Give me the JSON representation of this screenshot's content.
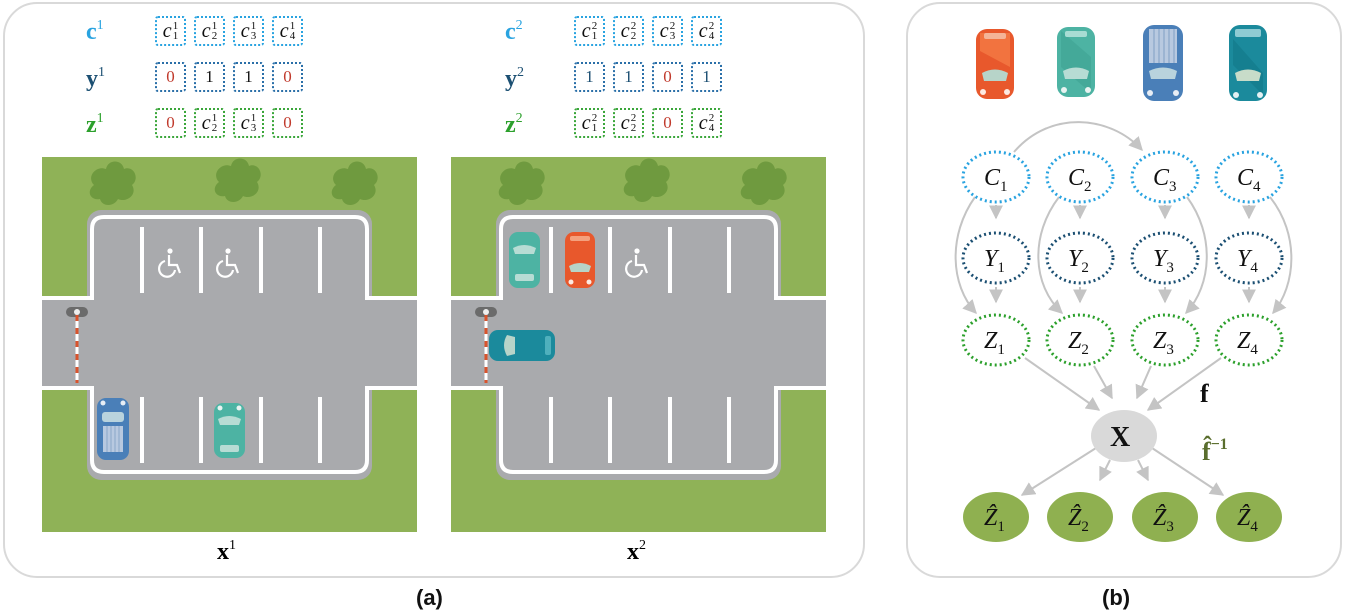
{
  "panels": {
    "a": {
      "caption": "(a)",
      "scenes": [
        {
          "id": 1,
          "rows": [
            {
              "name": "c",
              "sup": "1",
              "color": "#29a3e0",
              "border": "#29a3e0",
              "cells": [
                {
                  "t": "c",
                  "sub": "1",
                  "sup": "1"
                },
                {
                  "t": "c",
                  "sub": "2",
                  "sup": "1"
                },
                {
                  "t": "c",
                  "sub": "3",
                  "sup": "1"
                },
                {
                  "t": "c",
                  "sub": "4",
                  "sup": "1"
                }
              ]
            },
            {
              "name": "y",
              "sup": "1",
              "color": "#1b4f72",
              "border": "#2a6fa8",
              "cells": [
                {
                  "v": "0",
                  "color": "#c0392b"
                },
                {
                  "v": "1",
                  "color": "#111"
                },
                {
                  "v": "1",
                  "color": "#111"
                },
                {
                  "v": "0",
                  "color": "#c0392b"
                }
              ]
            },
            {
              "name": "z",
              "sup": "1",
              "color": "#2ca02c",
              "border": "#3aa63a",
              "cells": [
                {
                  "v": "0",
                  "color": "#c0392b"
                },
                {
                  "t": "c",
                  "sub": "2",
                  "sup": "1"
                },
                {
                  "t": "c",
                  "sub": "3",
                  "sup": "1"
                },
                {
                  "v": "0",
                  "color": "#c0392b"
                }
              ]
            }
          ],
          "image_label": "x",
          "image_label_sup": "1",
          "cars": [
            {
              "color": "#4a7fb8",
              "slot": "bottom-1",
              "type": "van"
            },
            {
              "color": "#4db3a3",
              "slot": "bottom-3",
              "type": "hatch"
            }
          ],
          "accessible_spots": [
            "top-2",
            "top-3"
          ]
        },
        {
          "id": 2,
          "rows": [
            {
              "name": "c",
              "sup": "2",
              "color": "#29a3e0",
              "border": "#29a3e0",
              "cells": [
                {
                  "t": "c",
                  "sub": "1",
                  "sup": "2"
                },
                {
                  "t": "c",
                  "sub": "2",
                  "sup": "2"
                },
                {
                  "t": "c",
                  "sub": "3",
                  "sup": "2"
                },
                {
                  "t": "c",
                  "sub": "4",
                  "sup": "2"
                }
              ]
            },
            {
              "name": "y",
              "sup": "2",
              "color": "#1b4f72",
              "border": "#2a6fa8",
              "cells": [
                {
                  "v": "1",
                  "color": "#1b4f72"
                },
                {
                  "v": "1",
                  "color": "#1b4f72"
                },
                {
                  "v": "0",
                  "color": "#c0392b"
                },
                {
                  "v": "1",
                  "color": "#1b4f72"
                }
              ]
            },
            {
              "name": "z",
              "sup": "2",
              "color": "#2ca02c",
              "border": "#3aa63a",
              "cells": [
                {
                  "t": "c",
                  "sub": "1",
                  "sup": "2"
                },
                {
                  "t": "c",
                  "sub": "2",
                  "sup": "2"
                },
                {
                  "v": "0",
                  "color": "#c0392b"
                },
                {
                  "t": "c",
                  "sub": "4",
                  "sup": "2"
                }
              ]
            }
          ],
          "image_label": "x",
          "image_label_sup": "2",
          "cars": [
            {
              "color": "#4db3a3",
              "slot": "top-1",
              "type": "hatch"
            },
            {
              "color": "#e8582c",
              "slot": "top-2",
              "type": "hatch"
            },
            {
              "color": "#1b8a9c",
              "slot": "entrance",
              "type": "sedan"
            }
          ],
          "accessible_spots": [
            "top-3"
          ]
        }
      ]
    },
    "b": {
      "caption": "(b)",
      "car_legend": [
        {
          "index": 1,
          "color": "#e8582c"
        },
        {
          "index": 2,
          "color": "#4db3a3"
        },
        {
          "index": 3,
          "color": "#4a7fb8"
        },
        {
          "index": 4,
          "color": "#1b8a9c"
        }
      ],
      "nodes": {
        "C": {
          "letter": "C",
          "subs": [
            "1",
            "2",
            "3",
            "4"
          ],
          "stroke": "#29a3e0"
        },
        "Y": {
          "letter": "Y",
          "subs": [
            "1",
            "2",
            "3",
            "4"
          ],
          "stroke": "#1b4f72"
        },
        "Z": {
          "letter": "Z",
          "subs": [
            "1",
            "2",
            "3",
            "4"
          ],
          "stroke": "#2ca02c"
        },
        "X": {
          "label": "X",
          "fill": "#d9d9d9"
        },
        "Zhat": {
          "letter": "Ẑ",
          "subs": [
            "1",
            "2",
            "3",
            "4"
          ],
          "fill": "#8fb050"
        }
      },
      "edges": [
        [
          "C1",
          "C3"
        ],
        [
          "C1",
          "Y1"
        ],
        [
          "C2",
          "Y2"
        ],
        [
          "C3",
          "Y3"
        ],
        [
          "C4",
          "Y4"
        ],
        [
          "Y1",
          "Z1"
        ],
        [
          "Y2",
          "Z2"
        ],
        [
          "Y3",
          "Z3"
        ],
        [
          "Y4",
          "Z4"
        ],
        [
          "C1",
          "Z1"
        ],
        [
          "C2",
          "Z2"
        ],
        [
          "C3",
          "Z3"
        ],
        [
          "C4",
          "Z4"
        ],
        [
          "Z1",
          "X"
        ],
        [
          "Z2",
          "X"
        ],
        [
          "Z3",
          "X"
        ],
        [
          "Z4",
          "X"
        ],
        [
          "X",
          "Zhat1"
        ],
        [
          "X",
          "Zhat2"
        ],
        [
          "X",
          "Zhat3"
        ],
        [
          "X",
          "Zhat4"
        ]
      ],
      "f_label": "f",
      "finv_label": "f̂",
      "finv_sup": "−1",
      "finv_color": "#5a6e2e"
    }
  }
}
